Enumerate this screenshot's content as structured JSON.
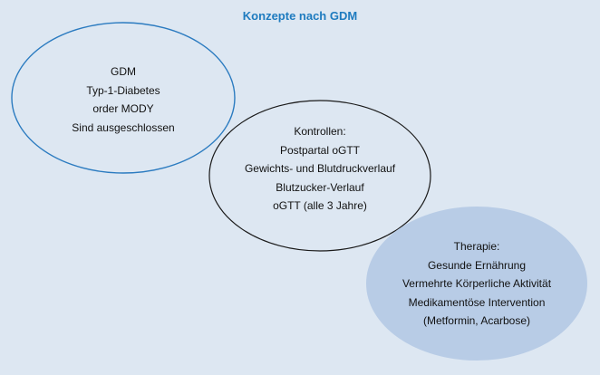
{
  "title": "Konzepte nach GDM",
  "colors": {
    "background": "#dde7f2",
    "title": "#1e7bbf",
    "ellipse1_stroke": "#2b7bc0",
    "ellipse2_stroke": "#1a1a1a",
    "ellipse3_fill": "#b8cce6"
  },
  "nodes": [
    {
      "lines": [
        "GDM",
        "Typ-1-Diabetes",
        "order MODY",
        "Sind ausgeschlossen"
      ]
    },
    {
      "lines": [
        "Kontrollen:",
        "Postpartal oGTT",
        "Gewichts- und Blutdruckverlauf",
        "Blutzucker-Verlauf",
        "oGTT (alle 3 Jahre)"
      ]
    },
    {
      "lines": [
        "Therapie:",
        "Gesunde Ernährung",
        "Vermehrte Körperliche Aktivität",
        "Medikamentöse Intervention",
        "(Metformin, Acarbose)"
      ]
    }
  ]
}
